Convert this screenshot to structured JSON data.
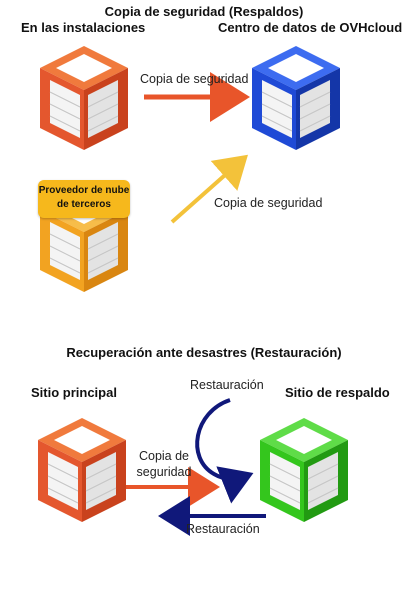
{
  "backup_section": {
    "title": "Copia de seguridad (Respaldos)",
    "onprem_label": "En las instalaciones",
    "ovh_label": "Centro de datos de OVHcloud",
    "arrow1_label": "Copia de seguridad",
    "arrow2_label": "Copia de seguridad",
    "third_party_badge": "Proveedor de nube de terceros"
  },
  "dr_section": {
    "title": "Recuperación ante desastres (Restauración)",
    "primary_label": "Sitio principal",
    "backup_site_label": "Sitio de respaldo",
    "loop_label": "Restauración",
    "backup_arrow_label": "Copia de seguridad",
    "restore_arrow_label": "Restauración"
  },
  "colors": {
    "orange": "#e4572e",
    "blue": "#1f4ad6",
    "green": "#34c61d",
    "amber": "#f2a321",
    "yellow_arrow": "#f3c23a",
    "orange_arrow": "#e8552a",
    "navy_arrow": "#10187a"
  }
}
